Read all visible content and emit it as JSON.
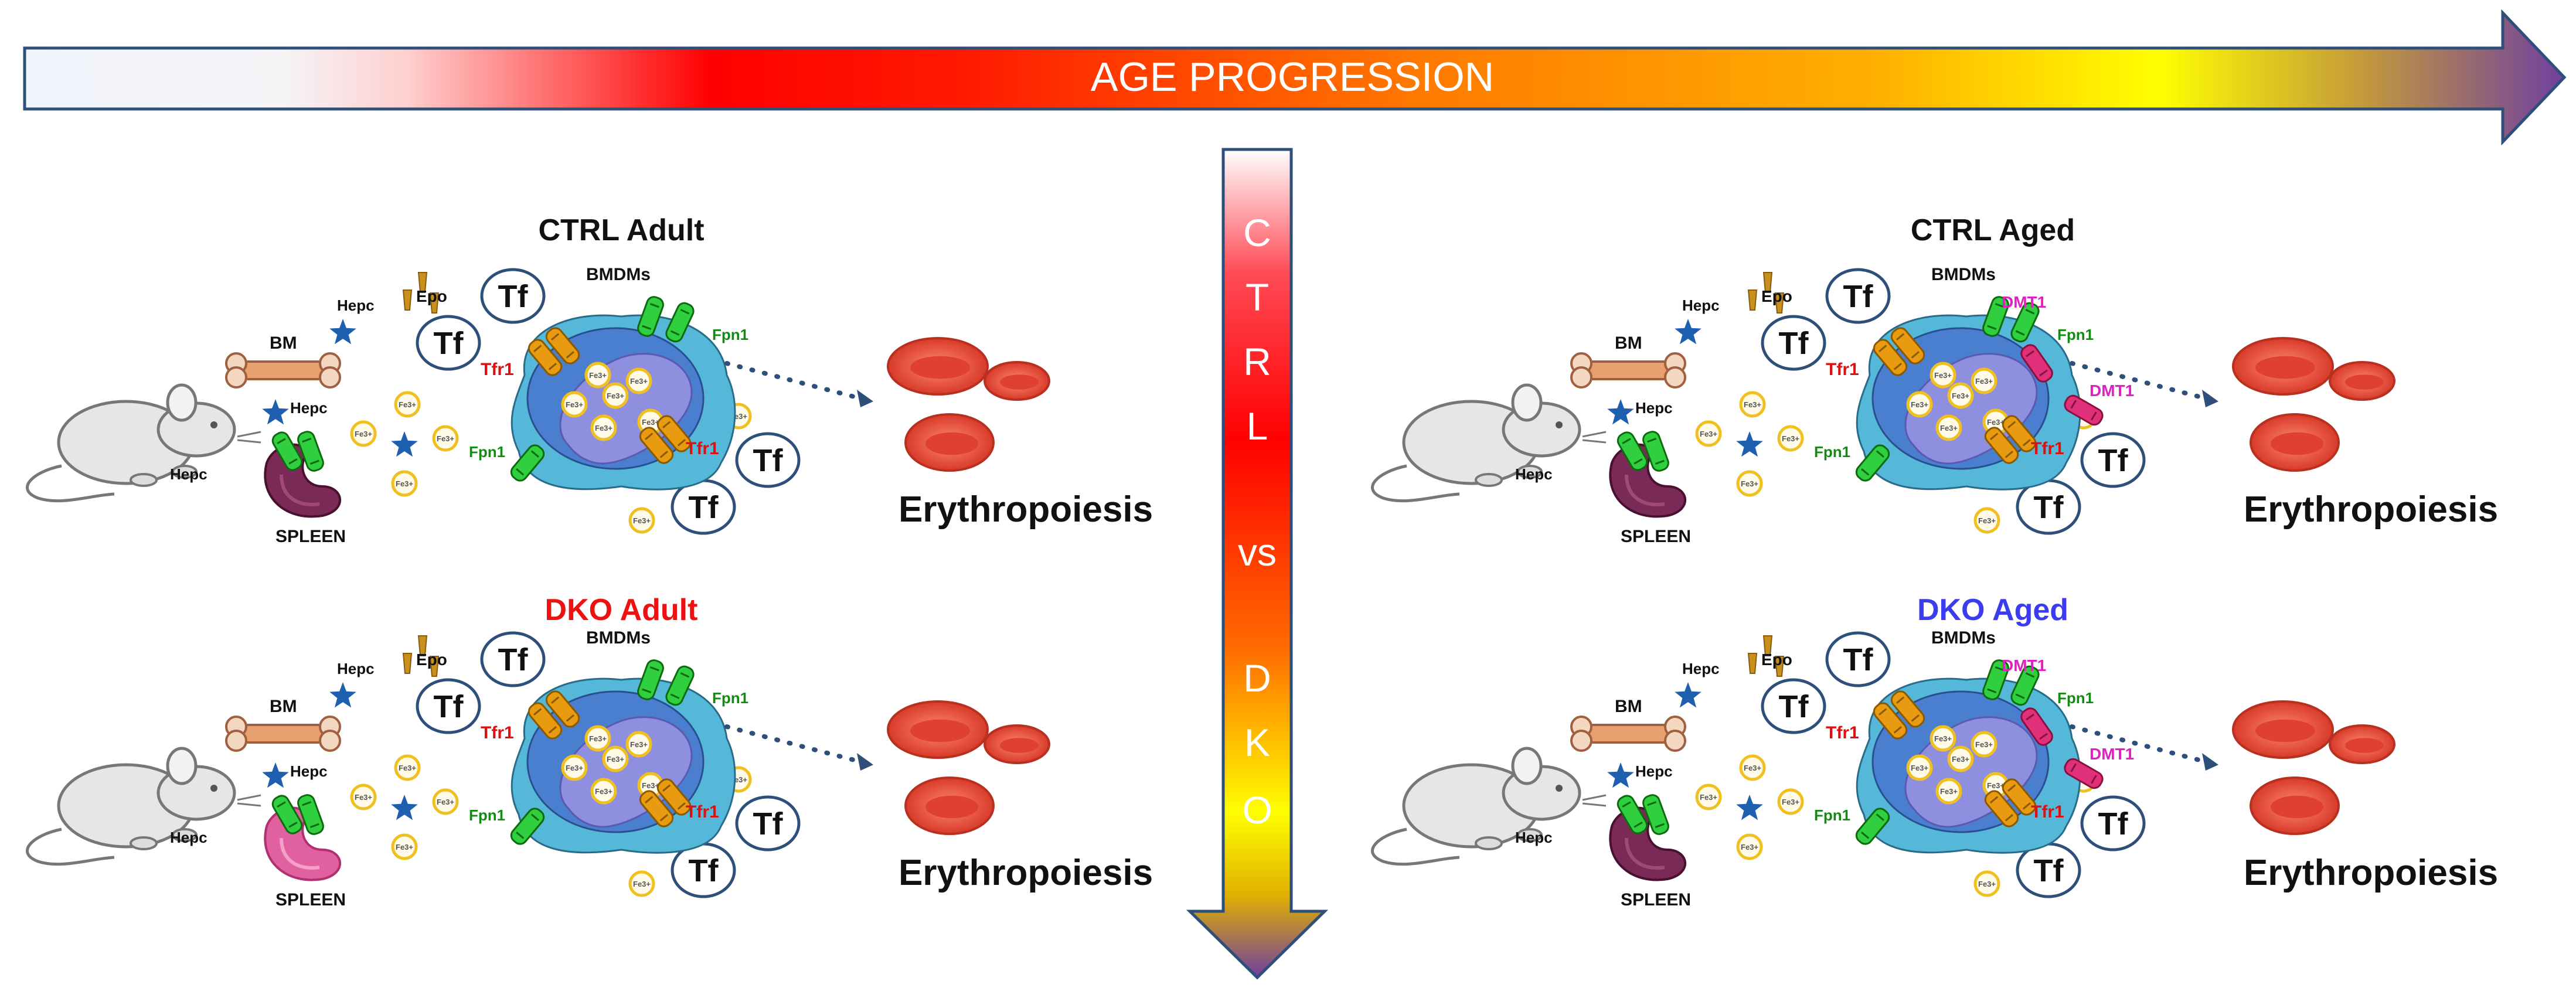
{
  "banner": {
    "title": "AGE PROGRESSION"
  },
  "center_arrow": {
    "letters": [
      "C",
      "T",
      "R",
      "L",
      "vs",
      "D",
      "K",
      "O"
    ]
  },
  "panels": [
    {
      "id": "ctrl-adult",
      "title": "CTRL Adult",
      "title_color": "#111111",
      "bm": "BM",
      "spleen": "SPLEEN",
      "bmdms": "BMDMs",
      "epo": "Epo",
      "hepc": "Hepc",
      "fpn1": "Fpn1",
      "tfr1": "Tfr1",
      "dmt1": "",
      "tf": "Tf",
      "fe": "Fe3+",
      "erythropoiesis": "Erythropoiesis"
    },
    {
      "id": "dko-adult",
      "title": "DKO Adult",
      "title_color": "#ee1111",
      "bm": "BM",
      "spleen": "SPLEEN",
      "bmdms": "BMDMs",
      "epo": "Epo",
      "hepc": "Hepc",
      "fpn1": "Fpn1",
      "tfr1": "Tfr1",
      "dmt1": "",
      "tf": "Tf",
      "fe": "Fe3+",
      "erythropoiesis": "Erythropoiesis"
    },
    {
      "id": "ctrl-aged",
      "title": "CTRL Aged",
      "title_color": "#111111",
      "bm": "BM",
      "spleen": "SPLEEN",
      "bmdms": "BMDMs",
      "epo": "Epo",
      "hepc": "Hepc",
      "fpn1": "Fpn1",
      "tfr1": "Tfr1",
      "dmt1": "DMT1",
      "tf": "Tf",
      "fe": "Fe3+",
      "erythropoiesis": "Erythropoiesis"
    },
    {
      "id": "dko-aged",
      "title": "DKO Aged",
      "title_color": "#3b3bf0",
      "bm": "BM",
      "spleen": "SPLEEN",
      "bmdms": "BMDMs",
      "epo": "Epo",
      "hepc": "Hepc",
      "fpn1": "Fpn1",
      "tfr1": "Tfr1",
      "dmt1": "DMT1",
      "tf": "Tf",
      "fe": "Fe3+",
      "erythropoiesis": "Erythropoiesis"
    }
  ],
  "colors": {
    "macrophage_outer": "#55b8d8",
    "macrophage_body": "#4a7fd0",
    "nucleus": "#8f8fe0",
    "fpn1_channel": "#2fcf3f",
    "tfr1_receptor": "#e89a10",
    "dmt1_transporter": "#e0307a",
    "hepcidin_star": "#1f5fb0",
    "rbc": "#e8543e",
    "spleen_ctrl": "#7a2a56",
    "spleen_dko": "#e060a0",
    "bone": "#e8a070",
    "epo": "#c8901c",
    "fpn1_label": "#138a13",
    "tfr1_label": "#dd1111",
    "dmt1_label": "#e020c0"
  }
}
